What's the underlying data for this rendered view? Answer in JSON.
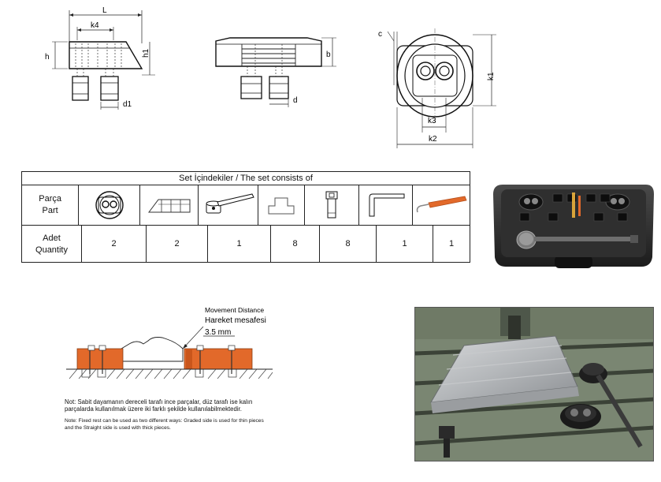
{
  "dims": {
    "L": "L",
    "k4": "k4",
    "h": "h",
    "h1": "h1",
    "d1": "d1",
    "b": "b",
    "d": "d",
    "c": "c",
    "k1": "k1",
    "k3": "k3",
    "k2": "k2"
  },
  "table": {
    "title": "Set İçindekiler / The set consists of",
    "part_label_tr": "Parça",
    "part_label_en": "Part",
    "qty_label_tr": "Adet",
    "qty_label_en": "Quantity",
    "parts": [
      {
        "icon": "round-jaw-icon",
        "qty": "2"
      },
      {
        "icon": "rail-block-icon",
        "qty": "2"
      },
      {
        "icon": "wrench-icon",
        "qty": "1"
      },
      {
        "icon": "t-nut-icon",
        "qty": "8"
      },
      {
        "icon": "bolt-icon",
        "qty": "8"
      },
      {
        "icon": "hex-key-icon",
        "qty": "1"
      },
      {
        "icon": "hook-tool-icon",
        "qty": "1"
      }
    ]
  },
  "movement": {
    "label_en": "Movement Distance",
    "label_tr": "Hareket mesafesi",
    "value": "3.5 mm"
  },
  "notes": {
    "tr_line1": "Not: Sabit dayamanın dereceli tarafı ince parçalar, düz tarafı ise kalın",
    "tr_line2": "parçalarda kullanılmak üzere iki farklı şekilde kullanılabilmektedir.",
    "en_line1": "Note: Fixed rest can be used as two different ways: Graded side is used for thin pieces",
    "en_line2": "and the Straight side is used with thick pieces."
  },
  "colors": {
    "orange": "#e2692a",
    "case": "#2a2a2a",
    "metal": "#b9bcbf"
  }
}
